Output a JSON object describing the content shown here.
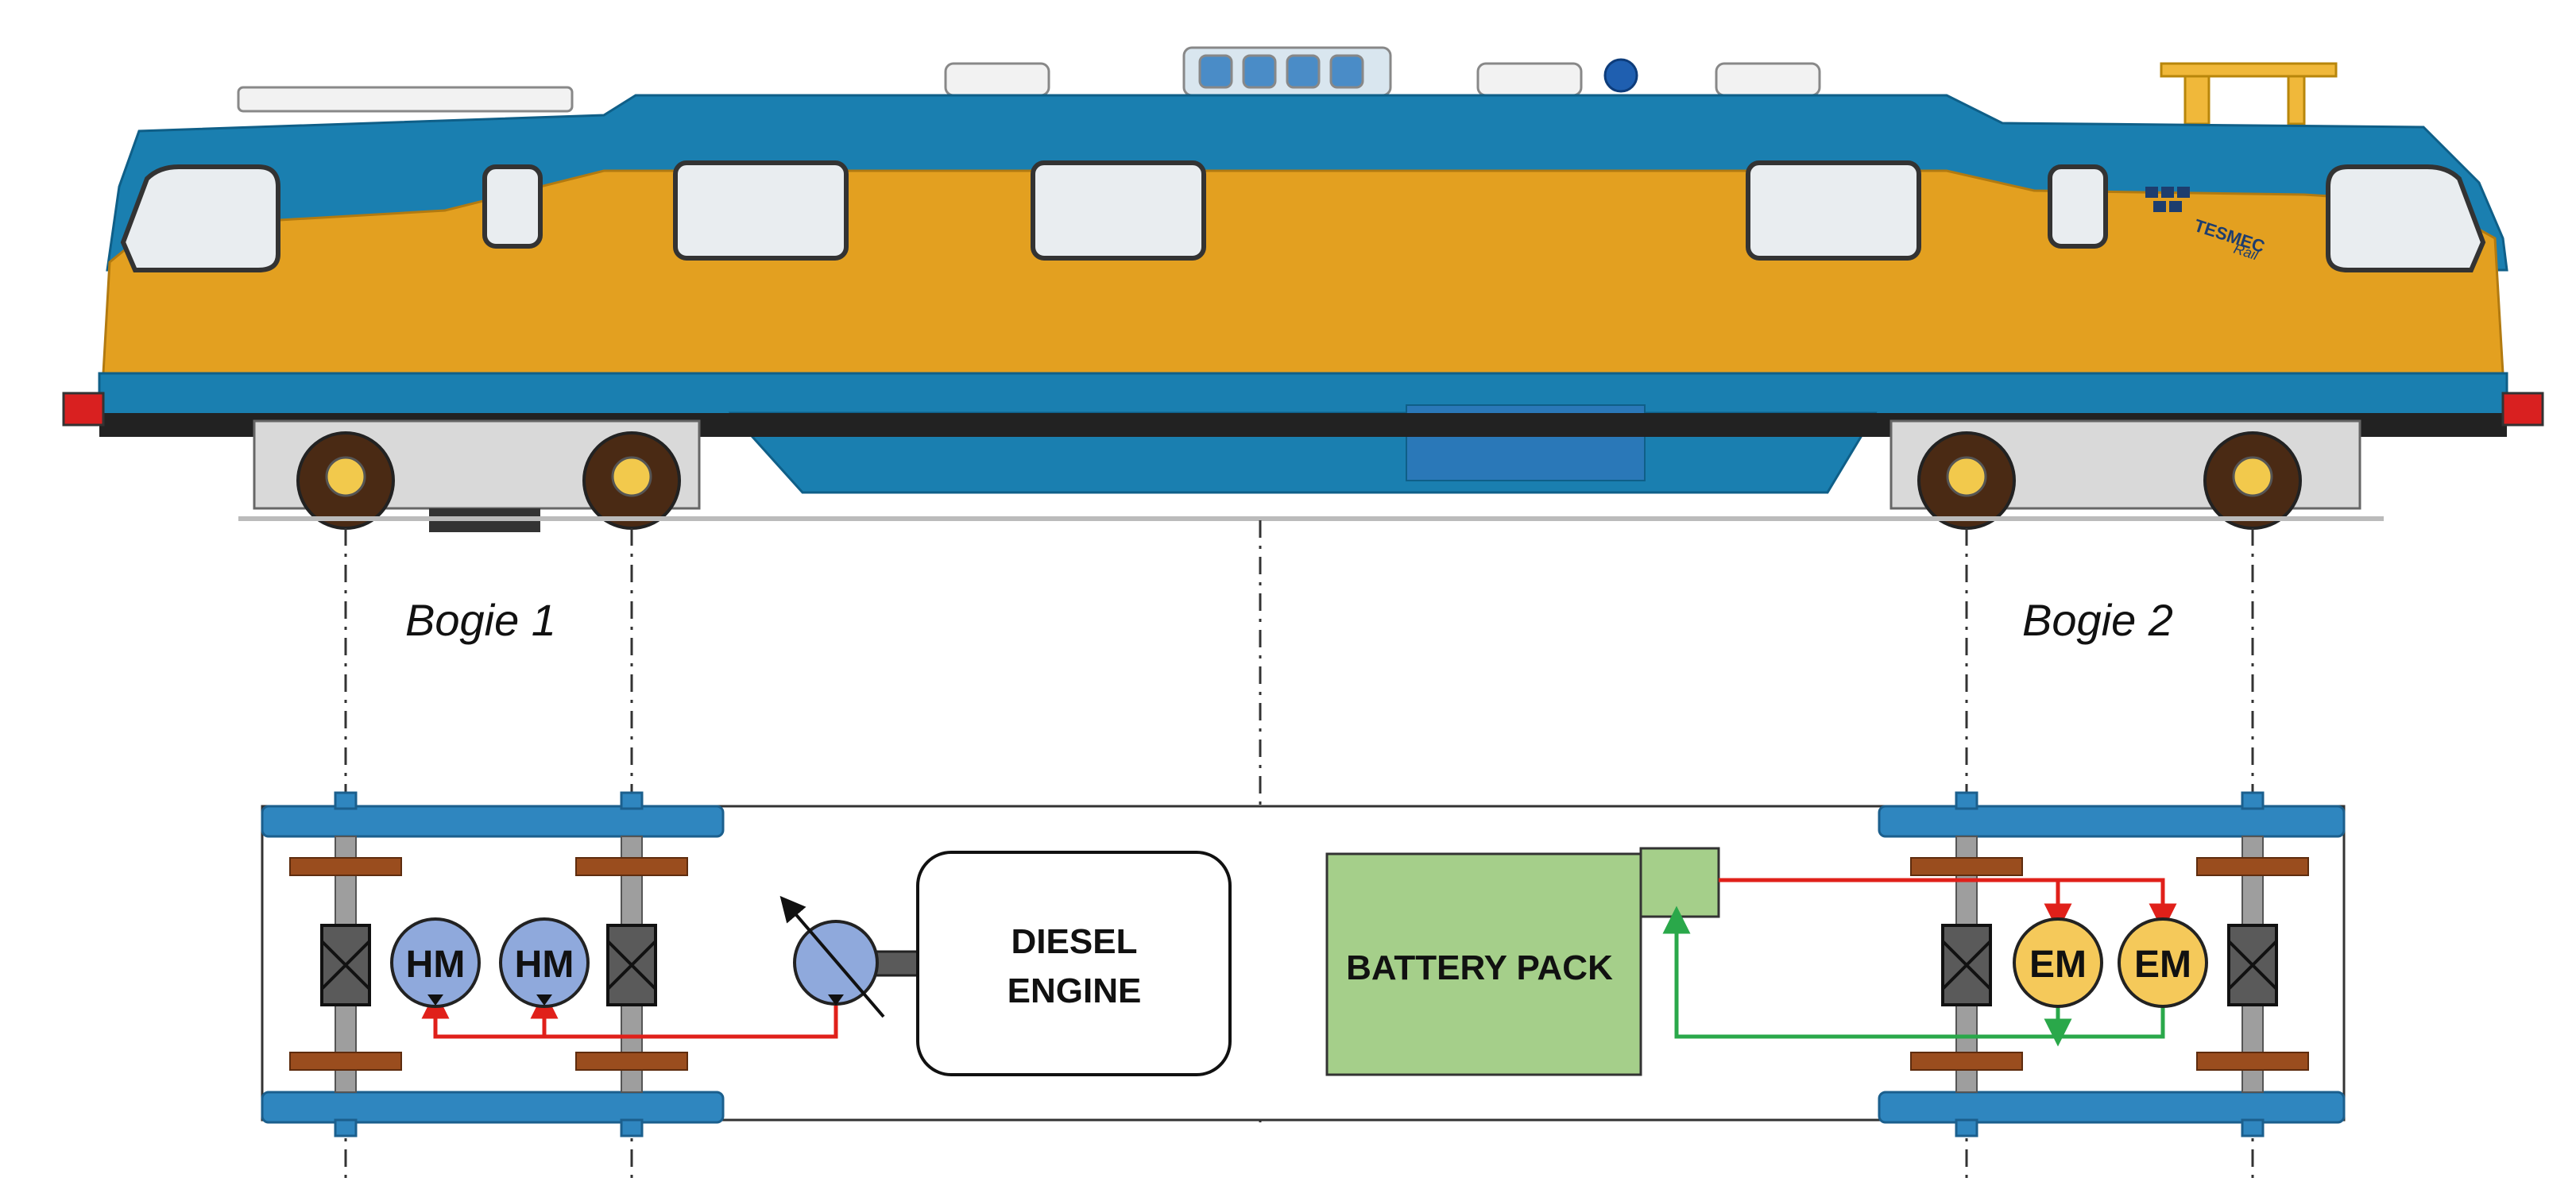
{
  "labels": {
    "bogie1": "Bogie 1",
    "bogie2": "Bogie 2",
    "hm": "HM",
    "em": "EM",
    "engine_line1": "DIESEL",
    "engine_line2": "ENGINE",
    "battery": "BATTERY PACK",
    "brand": "TESMEC",
    "brand_sub": "Rail"
  },
  "colors": {
    "body_blue": "#1a7fb0",
    "body_yellow": "#e3a020",
    "rail_blue": "#2f86bf",
    "wheel_brown": "#9a4d1e",
    "hydraulic_motor": "#8fa9dc",
    "electric_motor": "#f5c95a",
    "battery_green": "#a5cf8a",
    "hydraulic_line": "#e0201a",
    "return_line": "#2aa84a",
    "gearbox_grey": "#5a5a5a"
  }
}
